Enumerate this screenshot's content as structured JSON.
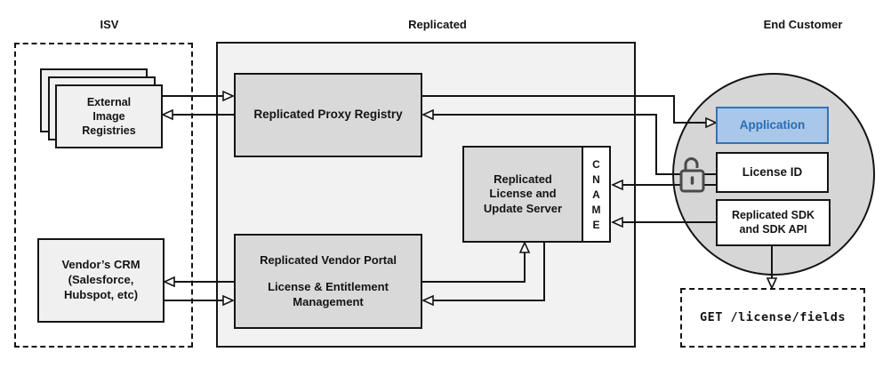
{
  "sections": {
    "isv": {
      "label": "ISV"
    },
    "replicated": {
      "label": "Replicated"
    },
    "end_customer": {
      "label": "End Customer"
    }
  },
  "boxes": {
    "external_registries": {
      "lines": [
        "External",
        "Image",
        "Registries"
      ]
    },
    "vendors_crm": {
      "lines": [
        "Vendor’s CRM",
        "(Salesforce,",
        "Hubspot, etc)"
      ]
    },
    "proxy_registry": {
      "label": "Replicated Proxy Registry"
    },
    "license_update_server": {
      "lines": [
        "Replicated",
        "License and",
        "Update Server"
      ]
    },
    "cname": {
      "letters": [
        "C",
        "N",
        "A",
        "M",
        "E"
      ]
    },
    "vendor_portal": {
      "title": "Replicated Vendor Portal",
      "subtitle": "License & Entitlement Management"
    },
    "application": {
      "label": "Application"
    },
    "license_id": {
      "label": "License ID"
    },
    "replicated_sdk": {
      "lines": [
        "Replicated SDK",
        "and SDK API"
      ]
    },
    "get_request": {
      "label": "GET /license/fields"
    }
  },
  "icons": {
    "unlocked_padlock": "unlocked-padlock-icon"
  },
  "colors": {
    "accent_blue_fill": "#a9c7e8",
    "accent_blue_border": "#3273b8",
    "accent_blue_text": "#2a6cb5",
    "inner_box_gray": "#d9d9d9",
    "container_gray": "#f2f2f2",
    "circle_gray": "#d6d6d6",
    "card_gray": "#f0f0f0",
    "line_black": "#141414"
  }
}
